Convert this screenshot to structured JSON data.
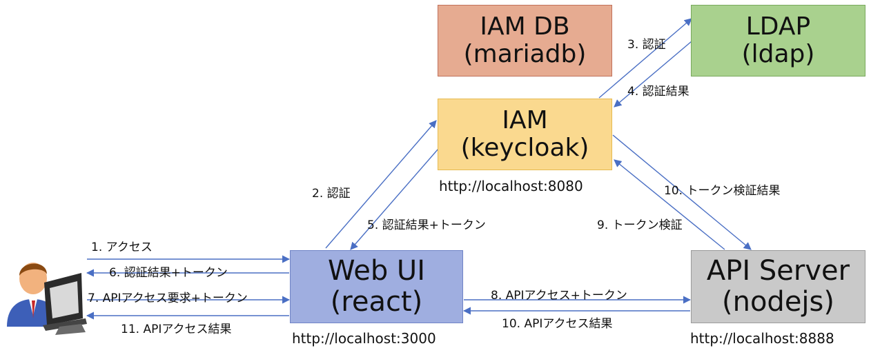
{
  "nodes": {
    "iam_db": {
      "line1": "IAM DB",
      "line2": "(mariadb)",
      "fill": "#e6ab91",
      "border": "#c0705a"
    },
    "ldap": {
      "line1": "LDAP",
      "line2": "(ldap)",
      "fill": "#a9d18e",
      "border": "#78a85c"
    },
    "iam": {
      "line1": "IAM",
      "line2": "(keycloak)",
      "fill": "#fad98f",
      "border": "#e6b94f",
      "url": "http://localhost:8080"
    },
    "webui": {
      "line1": "Web UI",
      "line2": "(react)",
      "fill": "#9faee0",
      "border": "#6f83c6",
      "url": "http://localhost:3000"
    },
    "api": {
      "line1": "API Server",
      "line2": "(nodejs)",
      "fill": "#c9c9c9",
      "border": "#9a9a9a",
      "url": "http://localhost:8888"
    }
  },
  "edges": {
    "e1": "1. アクセス",
    "e2": "2. 認証",
    "e3": "3. 認証",
    "e4": "4. 認証結果",
    "e5": "5. 認証結果+トークン",
    "e6": "6. 認証結果+トークン",
    "e7": "7. APIアクセス要求+トークン",
    "e8": "8. APIアクセス+トークン",
    "e9": "9. トークン検証",
    "e10a": "10. トークン検証結果",
    "e10b": "10. APIアクセス結果",
    "e11": "11. APIアクセス結果"
  },
  "colors": {
    "arrow": "#4a6fc4"
  },
  "icons": {
    "user": "user-at-computer-icon"
  }
}
